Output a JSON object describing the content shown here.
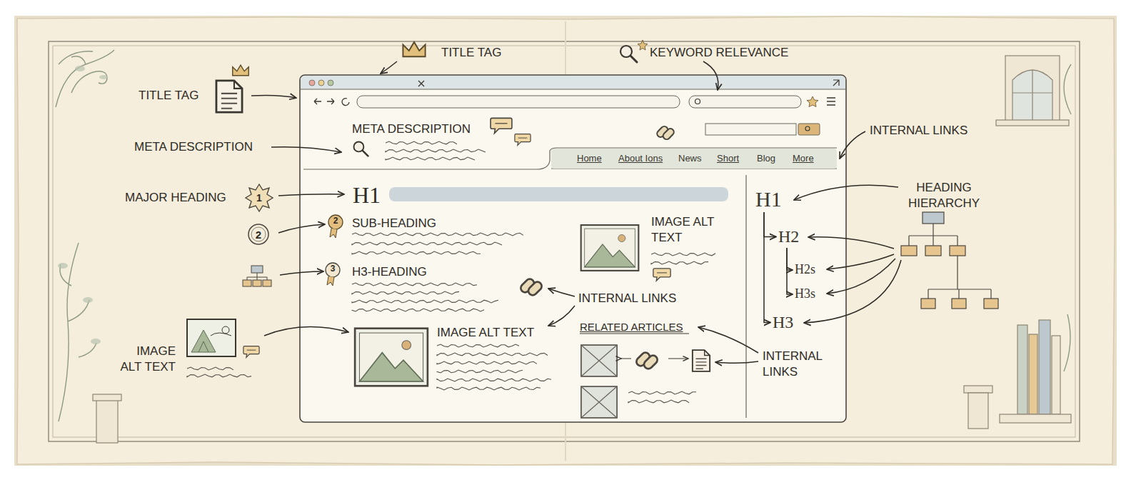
{
  "diagram": {
    "nodes": [
      {
        "text": [
          "Home",
          "About Ions",
          "News",
          "Short",
          "Blog",
          "More"
        ]
      },
      {
        "text": [
          "H1"
        ]
      },
      {
        "text": [
          "H2"
        ]
      },
      {
        "text": [
          "H2s"
        ]
      },
      {
        "text": [
          "H3s"
        ]
      },
      {
        "text": [
          "H3"
        ]
      }
    ],
    "edges": [
      {
        "from": 1,
        "to": 2,
        "arrow": "to"
      },
      {
        "from": 2,
        "to": 3,
        "arrow": "to"
      },
      {
        "from": 2,
        "to": 4,
        "arrow": "to"
      },
      {
        "from": 1,
        "to": 5,
        "arrow": "to"
      }
    ],
    "labels": [
      "TITLE TAG",
      "KEYWORD RELEVANCE",
      "TITLE TAG",
      "INTERNAL LINKS",
      "META DESCRIPTION",
      "META DESCRIPTION",
      "MAJOR HEADING",
      "1",
      "H1",
      "HEADING HIERARCHY",
      "2",
      "SUB-HEADING",
      "IMAGE ALT TEXT",
      "2",
      "3",
      "H3-HEADING",
      "INTERNAL LINKS",
      "RELATED ARTICLES",
      "IMAGE ALT TEXT",
      "INTERNAL LINKS",
      "IMAGE ALT TEXT"
    ]
  }
}
